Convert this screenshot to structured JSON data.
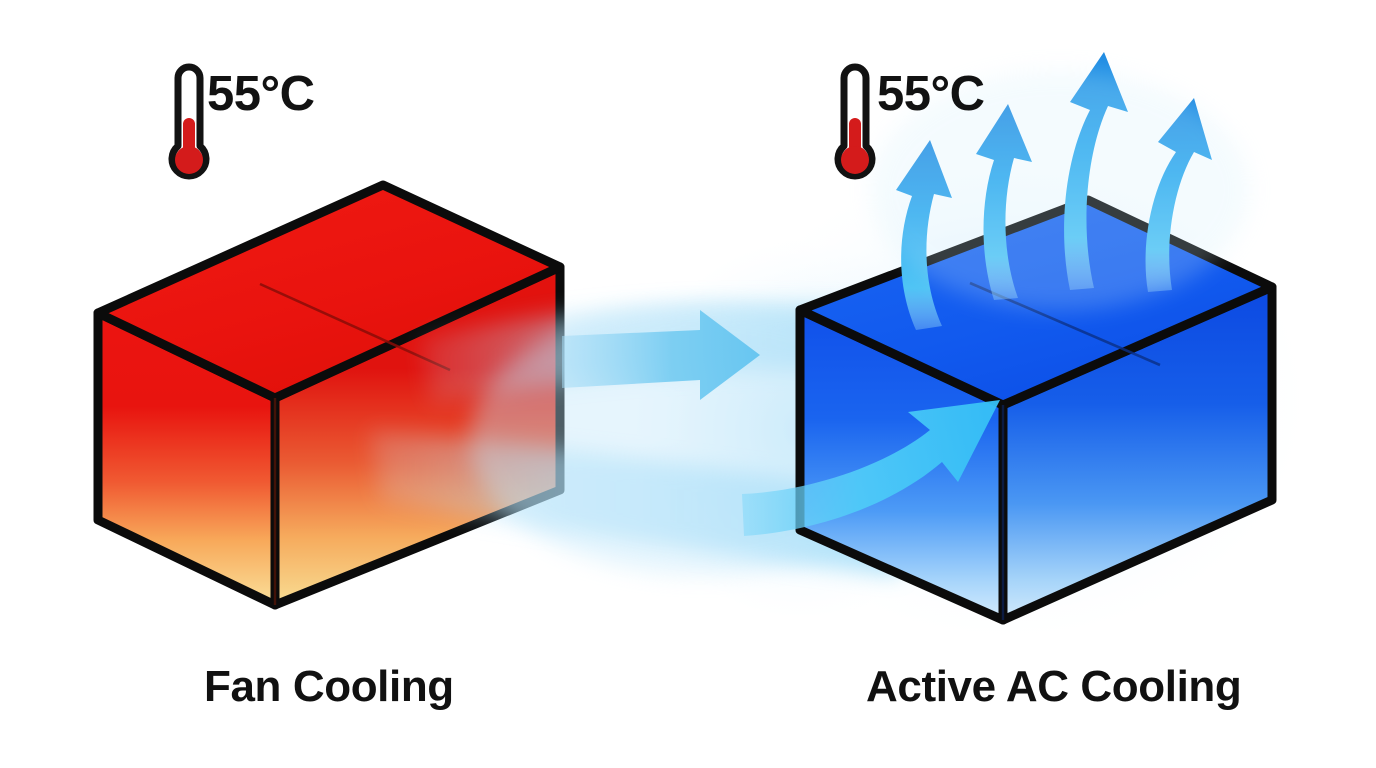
{
  "diagram": {
    "title_implicit": "Fan Cooling vs Active AC Cooling",
    "background_color": "#ffffff"
  },
  "panels": [
    {
      "id": "fan-cooling",
      "label": "Fan Cooling",
      "temperature": "55°C",
      "box": {
        "type": "isometric-box",
        "top_face_color": "#ee1c12",
        "side_gradient_from": "#e8120d",
        "side_gradient_to": "#f9dd8e",
        "outline_color": "#000000"
      },
      "thermometer": {
        "icon": "thermometer-icon",
        "tube_color": "#ffffff",
        "mercury_color": "#d41b1b",
        "outline_color": "#121212"
      },
      "arrows": []
    },
    {
      "id": "active-ac-cooling",
      "label": "Active AC Cooling",
      "temperature": "55°C",
      "box": {
        "type": "isometric-box",
        "top_face_color": "#1463f0",
        "side_gradient_from": "#1050e8",
        "side_gradient_to": "#d8ecfb",
        "outline_color": "#000000"
      },
      "thermometer": {
        "icon": "thermometer-icon",
        "tube_color": "#ffffff",
        "mercury_color": "#d41b1b",
        "outline_color": "#121212"
      },
      "arrows": [
        {
          "name": "rising-arrow-1",
          "direction": "up",
          "shape": "curved"
        },
        {
          "name": "rising-arrow-2",
          "direction": "up",
          "shape": "curved"
        },
        {
          "name": "rising-arrow-3",
          "direction": "up",
          "shape": "curved"
        },
        {
          "name": "rising-arrow-4",
          "direction": "up",
          "shape": "curved"
        },
        {
          "name": "intake-arrow",
          "direction": "right",
          "shape": "curved"
        }
      ]
    }
  ],
  "flow": {
    "arrow_color_light": "#7fd2f7",
    "arrow_color_mid": "#2fb6ef",
    "arrow_color_deep": "#1f8ddd",
    "glow_color": "#bfe6fa",
    "straight_arrow_name": "airflow-arrow-right",
    "stream_count": 2
  },
  "chart_data": {
    "type": "diagram",
    "comparison": [
      {
        "category": "Fan Cooling",
        "temperature_c": 55,
        "state": "hot",
        "airflow_arrows": 0
      },
      {
        "category": "Active AC Cooling",
        "temperature_c": 55,
        "state": "cooled",
        "airflow_arrows": 5
      }
    ]
  }
}
